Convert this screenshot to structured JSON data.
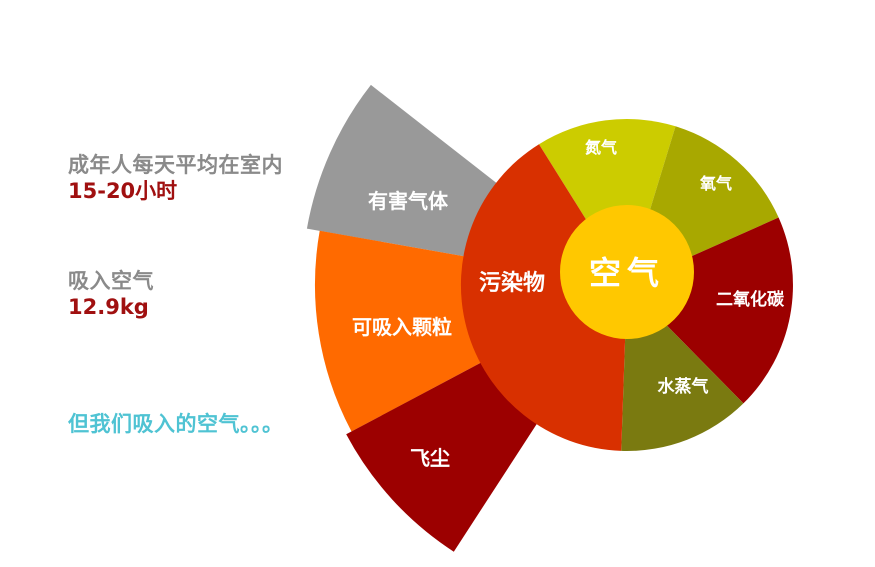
{
  "left_panel": {
    "indoor_time": {
      "label": "成年人每天平均在室内",
      "value": "15-20小时"
    },
    "air_intake": {
      "label": "吸入空气",
      "value": "12.9kg"
    },
    "teaser": "但我们吸入的空气。。。"
  },
  "diagram": {
    "center_label": "空气",
    "colors": {
      "nitrogen": "#cccc00",
      "oxygen": "#a8a800",
      "co2": "#9c0000",
      "water_vapor": "#7a7a10",
      "pollutants": "#d83000",
      "center": "#ffc800",
      "harmful_gas": "#999999",
      "particulates": "#ff6a00",
      "dust": "#9c0000",
      "label_text": "#ffffff"
    },
    "air_components": [
      {
        "name": "nitrogen",
        "label": "氮气"
      },
      {
        "name": "oxygen",
        "label": "氧气"
      },
      {
        "name": "co2",
        "label": "二氧化碳"
      },
      {
        "name": "water_vapor",
        "label": "水蒸气"
      },
      {
        "name": "pollutants",
        "label": "污染物"
      }
    ],
    "pollutant_breakdown": [
      {
        "name": "harmful_gas",
        "label": "有害气体"
      },
      {
        "name": "particulates",
        "label": "可吸入颗粒"
      },
      {
        "name": "dust",
        "label": "飞尘"
      }
    ]
  }
}
